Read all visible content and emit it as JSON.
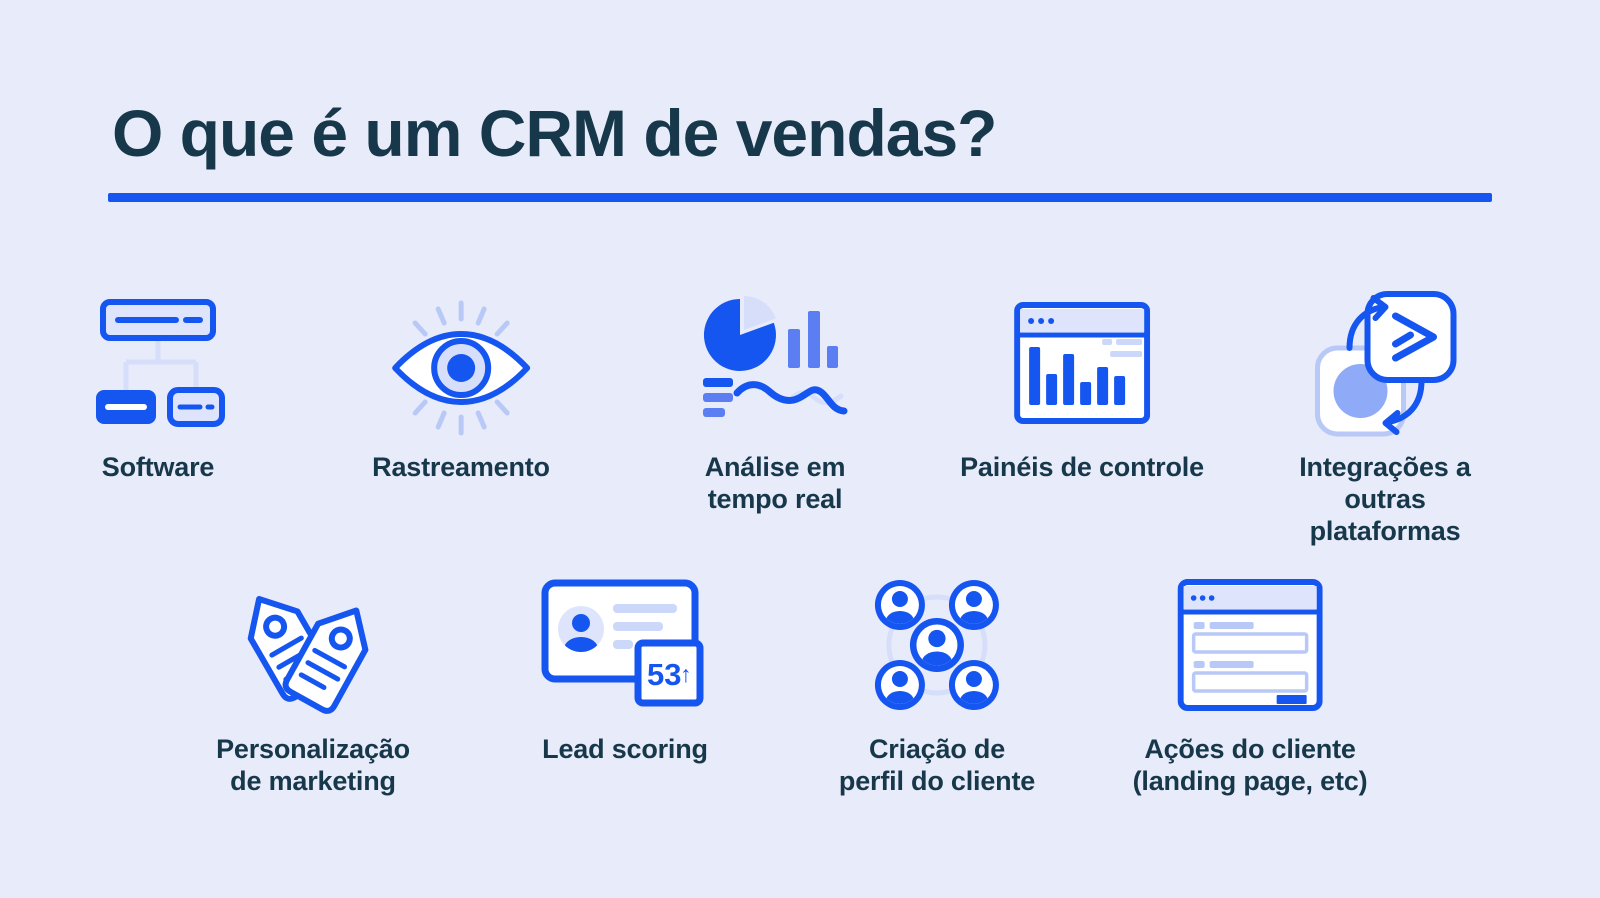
{
  "title": "O que é um CRM de vendas?",
  "features": {
    "software": {
      "label": "Software"
    },
    "tracking": {
      "label": "Rastreamento"
    },
    "analytics": {
      "label": "Análise em\ntempo real"
    },
    "dashboards": {
      "label": "Painéis de controle"
    },
    "integrations": {
      "label": "Integrações a\noutras plataformas"
    },
    "personalization": {
      "label": "Personalização\nde marketing"
    },
    "lead_scoring": {
      "label": "Lead scoring",
      "badge_value": "53",
      "badge_arrow": "↑"
    },
    "customer_profile": {
      "label": "Criação de\nperfil do cliente"
    },
    "customer_actions": {
      "label": "Ações do cliente\n(landing page, etc)"
    }
  },
  "icons": {
    "software": "org-hierarchy-icon",
    "tracking": "eye-icon",
    "analytics": "realtime-charts-icon",
    "dashboards": "dashboard-window-icon",
    "integrations": "sync-platforms-icon",
    "personalization": "price-tags-icon",
    "lead_scoring": "lead-scorecard-icon",
    "customer_profile": "user-network-icon",
    "customer_actions": "landing-page-form-icon"
  },
  "colors": {
    "background": "#e8ebf9",
    "primary_blue": "#1656f0",
    "heading_text": "#17384a",
    "bar_blue": "#5b7ff2",
    "accent_soft_blue": "#8faaf6",
    "light_blue": "#b9c9f7",
    "pale_blue": "#d6defa",
    "pale_fill": "#dde4fb",
    "card_line": "#ccd8fa",
    "underline": "#1656f0"
  }
}
